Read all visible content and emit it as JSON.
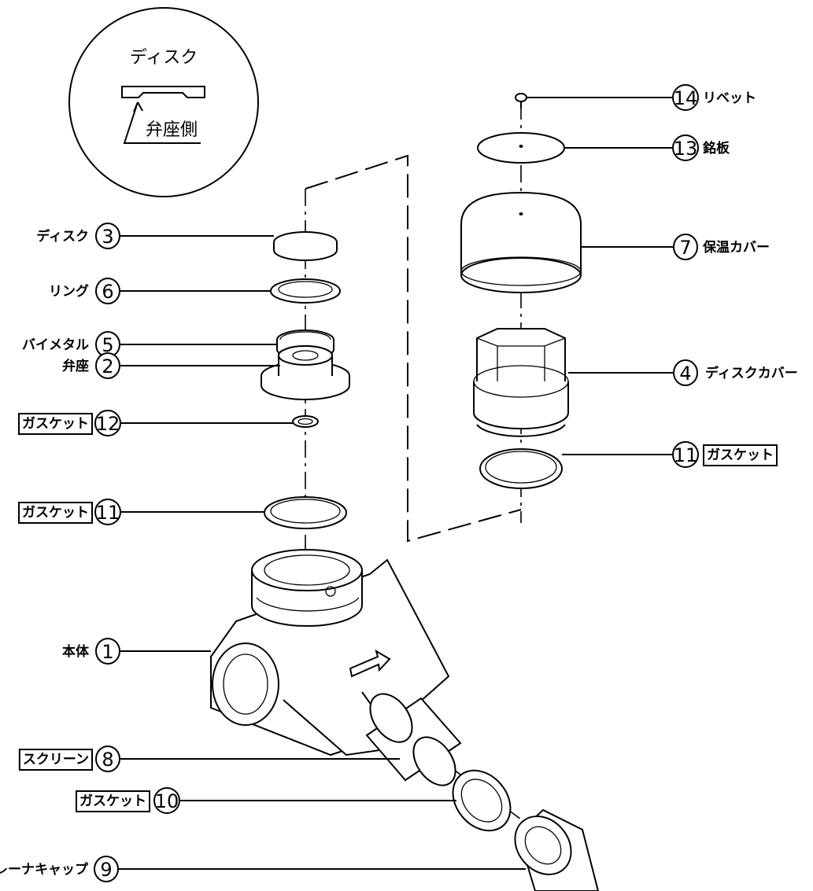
{
  "inset": {
    "title": "ディスク",
    "note": "弁座側"
  },
  "callouts": [
    {
      "id": "14",
      "number": "14",
      "label": "リベット",
      "boxed": false
    },
    {
      "id": "13",
      "number": "13",
      "label": "銘板",
      "boxed": false
    },
    {
      "id": "3",
      "number": "3",
      "label": "ディスク",
      "boxed": false
    },
    {
      "id": "6",
      "number": "6",
      "label": "リング",
      "boxed": false
    },
    {
      "id": "7",
      "number": "7",
      "label": "保温カバー",
      "boxed": false
    },
    {
      "id": "5",
      "number": "5",
      "label": "バイメタル",
      "boxed": false
    },
    {
      "id": "4",
      "number": "4",
      "label": "ディスクカバー",
      "boxed": false
    },
    {
      "id": "2",
      "number": "2",
      "label": "弁座",
      "boxed": false
    },
    {
      "id": "11r",
      "number": "11",
      "label": "ガスケット",
      "boxed": true
    },
    {
      "id": "12",
      "number": "12",
      "label": "ガスケット",
      "boxed": true
    },
    {
      "id": "11l",
      "number": "11",
      "label": "ガスケット",
      "boxed": true
    },
    {
      "id": "1",
      "number": "1",
      "label": "本体",
      "boxed": false
    },
    {
      "id": "8",
      "number": "8",
      "label": "スクリーン",
      "boxed": true
    },
    {
      "id": "10",
      "number": "10",
      "label": "ガスケット",
      "boxed": true
    },
    {
      "id": "9",
      "number": "9",
      "label": "ストレーナキャップ",
      "boxed": false
    }
  ]
}
